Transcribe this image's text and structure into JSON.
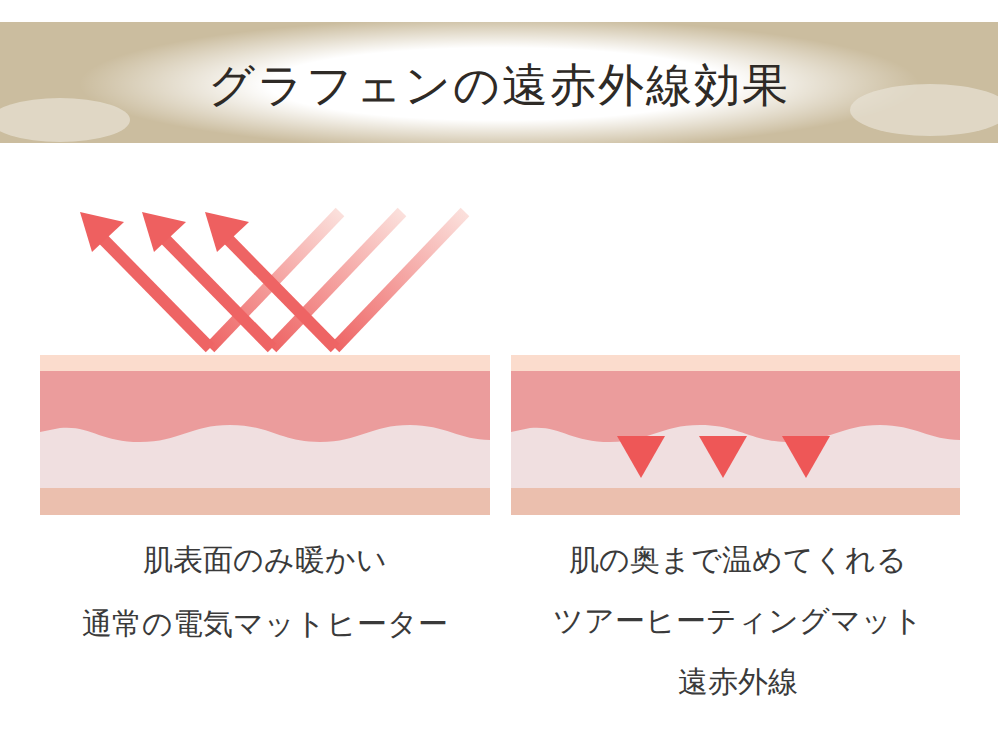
{
  "diagram": {
    "title": "グラフェンの遠赤外線効果",
    "labels": [
      "肌表面のみ暖かい",
      "通常の電気マットヒーター",
      "肌の奥まで温めてくれる",
      "ツアーヒーティングマット",
      "遠赤外線"
    ]
  }
}
